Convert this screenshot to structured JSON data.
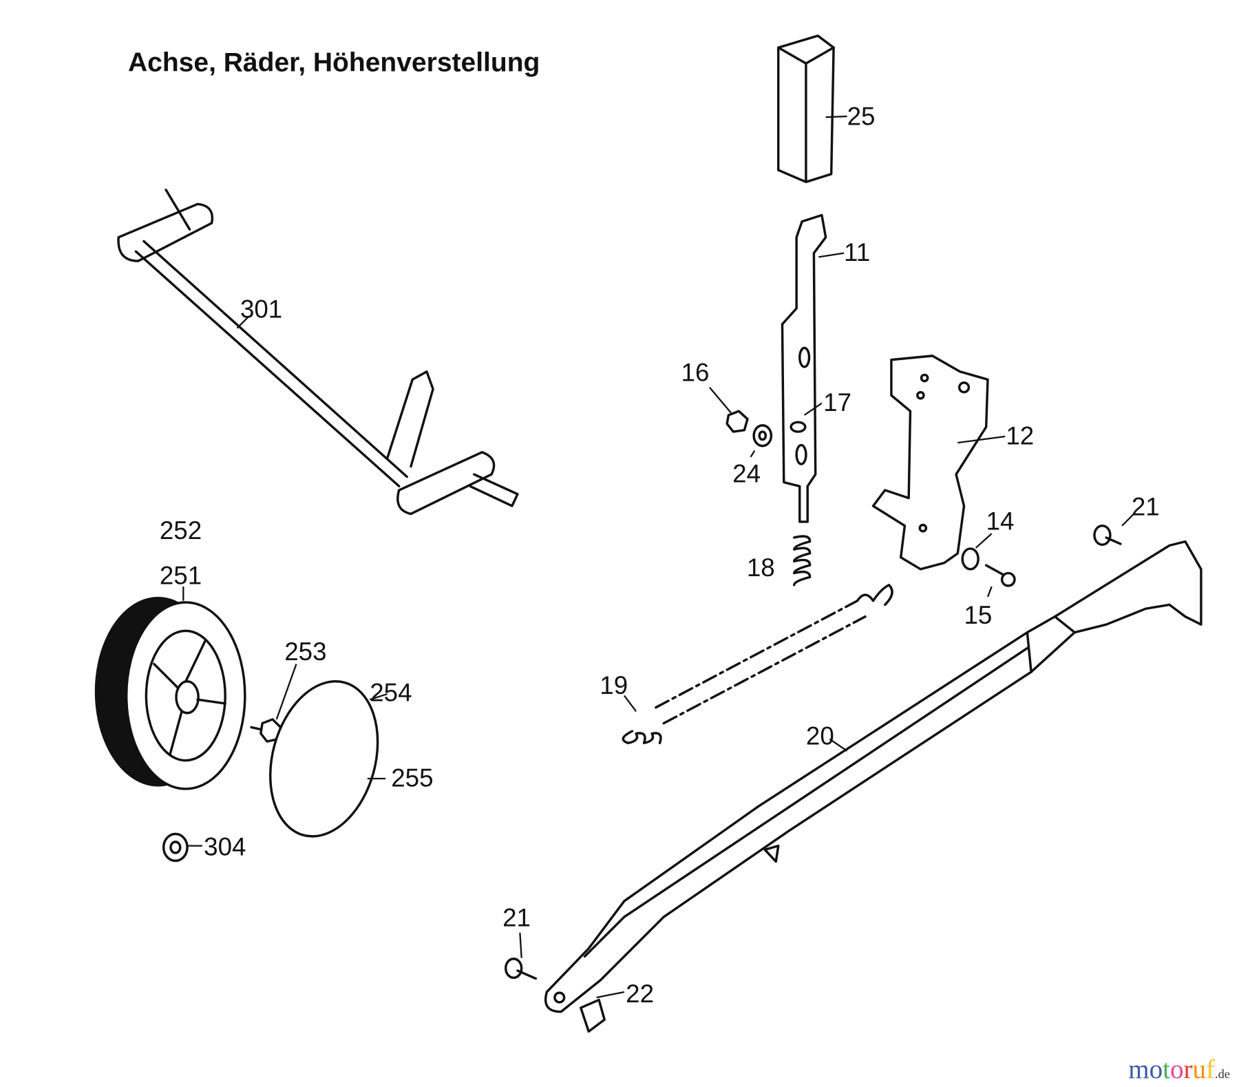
{
  "title": "Achse, Räder, Höhenverstellung",
  "parts": [
    {
      "id": "25",
      "label": "25"
    },
    {
      "id": "11",
      "label": "11"
    },
    {
      "id": "301",
      "label": "301"
    },
    {
      "id": "16",
      "label": "16"
    },
    {
      "id": "17",
      "label": "17"
    },
    {
      "id": "12",
      "label": "12"
    },
    {
      "id": "24",
      "label": "24"
    },
    {
      "id": "21a",
      "label": "21"
    },
    {
      "id": "14",
      "label": "14"
    },
    {
      "id": "252",
      "label": "252"
    },
    {
      "id": "251",
      "label": "251"
    },
    {
      "id": "18",
      "label": "18"
    },
    {
      "id": "15",
      "label": "15"
    },
    {
      "id": "253",
      "label": "253"
    },
    {
      "id": "19",
      "label": "19"
    },
    {
      "id": "254",
      "label": "254"
    },
    {
      "id": "20",
      "label": "20"
    },
    {
      "id": "255",
      "label": "255"
    },
    {
      "id": "304",
      "label": "304"
    },
    {
      "id": "21b",
      "label": "21"
    },
    {
      "id": "22",
      "label": "22"
    }
  ],
  "watermark": {
    "letters": [
      "m",
      "o",
      "t",
      "o",
      "r",
      "u",
      "f"
    ],
    "suffix": ".de",
    "colors": [
      "#3b5ba9",
      "#3b5ba9",
      "#4caf50",
      "#e84393",
      "#e53935",
      "#fb8c00",
      "#fbc02d"
    ]
  }
}
